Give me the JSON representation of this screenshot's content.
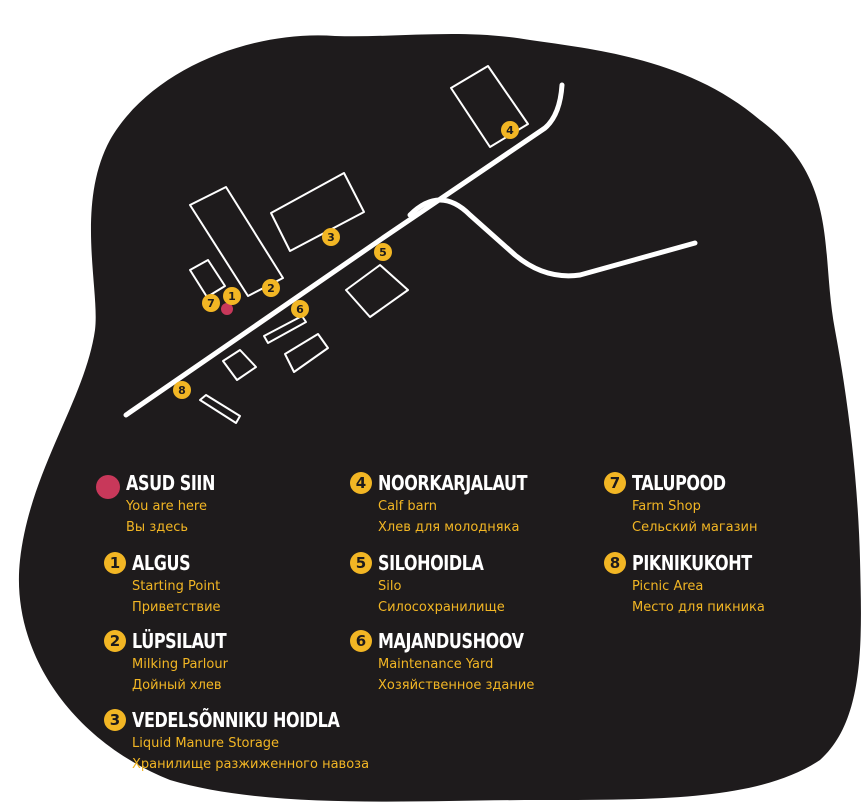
{
  "colors": {
    "background": "#1e1b1c",
    "road": "#ffffff",
    "marker": "#f2b624",
    "you_are_here": "#c8385a",
    "title_text": "#ffffff",
    "subtitle_text": "#f2b624"
  },
  "map": {
    "markers": [
      "1",
      "2",
      "3",
      "4",
      "5",
      "6",
      "7",
      "8"
    ]
  },
  "legend": {
    "here": {
      "title": "ASUD SIIN",
      "en": "You are here",
      "ru": "Вы здесь"
    },
    "items": [
      {
        "num": "1",
        "title": "ALGUS",
        "en": "Starting Point",
        "ru": "Приветствие"
      },
      {
        "num": "2",
        "title": "LÜPSILAUT",
        "en": "Milking Parlour",
        "ru": "Дойный хлев"
      },
      {
        "num": "3",
        "title": "VEDELSÕNNIKU HOIDLA",
        "en": "Liquid Manure Storage",
        "ru": "Хранилище разжиженного навоза"
      },
      {
        "num": "4",
        "title": "NOORKARJALAUT",
        "en": "Calf barn",
        "ru": "Хлев для молодняка"
      },
      {
        "num": "5",
        "title": "SILOHOIDLA",
        "en": "Silo",
        "ru": "Силосохранилище"
      },
      {
        "num": "6",
        "title": "MAJANDUSHOOV",
        "en": "Maintenance Yard",
        "ru": "Хозяйственное здание"
      },
      {
        "num": "7",
        "title": "TALUPOOD",
        "en": "Farm Shop",
        "ru": "Сельский магазин"
      },
      {
        "num": "8",
        "title": "PIKNIKUKOHT",
        "en": "Picnic Area",
        "ru": "Место для пикника"
      }
    ]
  }
}
